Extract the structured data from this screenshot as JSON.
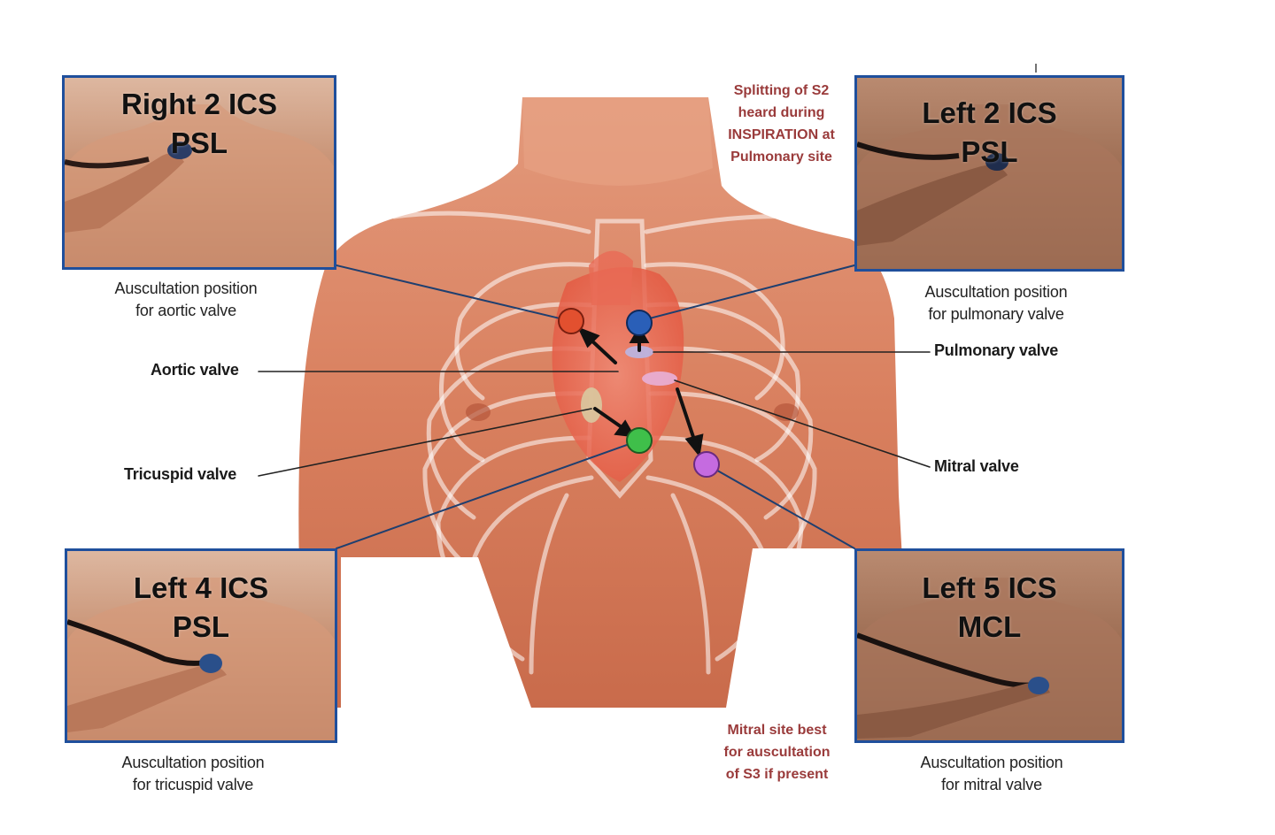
{
  "panels": {
    "aortic": {
      "title_line1": "Right 2 ICS",
      "title_line2": "PSL",
      "caption_line1": "Auscultation position",
      "caption_line2": "for aortic valve"
    },
    "pulmonary": {
      "title_line1": "Left 2 ICS",
      "title_line2": "PSL",
      "caption_line1": "Auscultation position",
      "caption_line2": "for pulmonary valve"
    },
    "tricuspid": {
      "title_line1": "Left 4 ICS",
      "title_line2": "PSL",
      "caption_line1": "Auscultation position",
      "caption_line2": "for tricuspid valve"
    },
    "mitral": {
      "title_line1": "Left 5 ICS",
      "title_line2": "MCL",
      "caption_line1": "Auscultation position",
      "caption_line2": "for mitral valve"
    }
  },
  "labels": {
    "aortic_valve": "Aortic valve",
    "tricuspid_valve": "Tricuspid valve",
    "pulmonary_valve": "Pulmonary valve",
    "mitral_valve": "Mitral valve"
  },
  "notes": {
    "splitting": [
      "Splitting of S2",
      "heard during",
      "INSPIRATION at",
      "Pulmonary site"
    ],
    "mitral_site": [
      "Mitral site best",
      "for auscultation",
      "of S3 if present"
    ]
  },
  "colors": {
    "panel_border": "#1f4f9c",
    "aortic_dot": "#e2502f",
    "pulmonary_dot": "#2a5fb8",
    "tricuspid_dot": "#3fbf4a",
    "mitral_dot": "#c56be0",
    "note_text": "#9a3b3b"
  }
}
